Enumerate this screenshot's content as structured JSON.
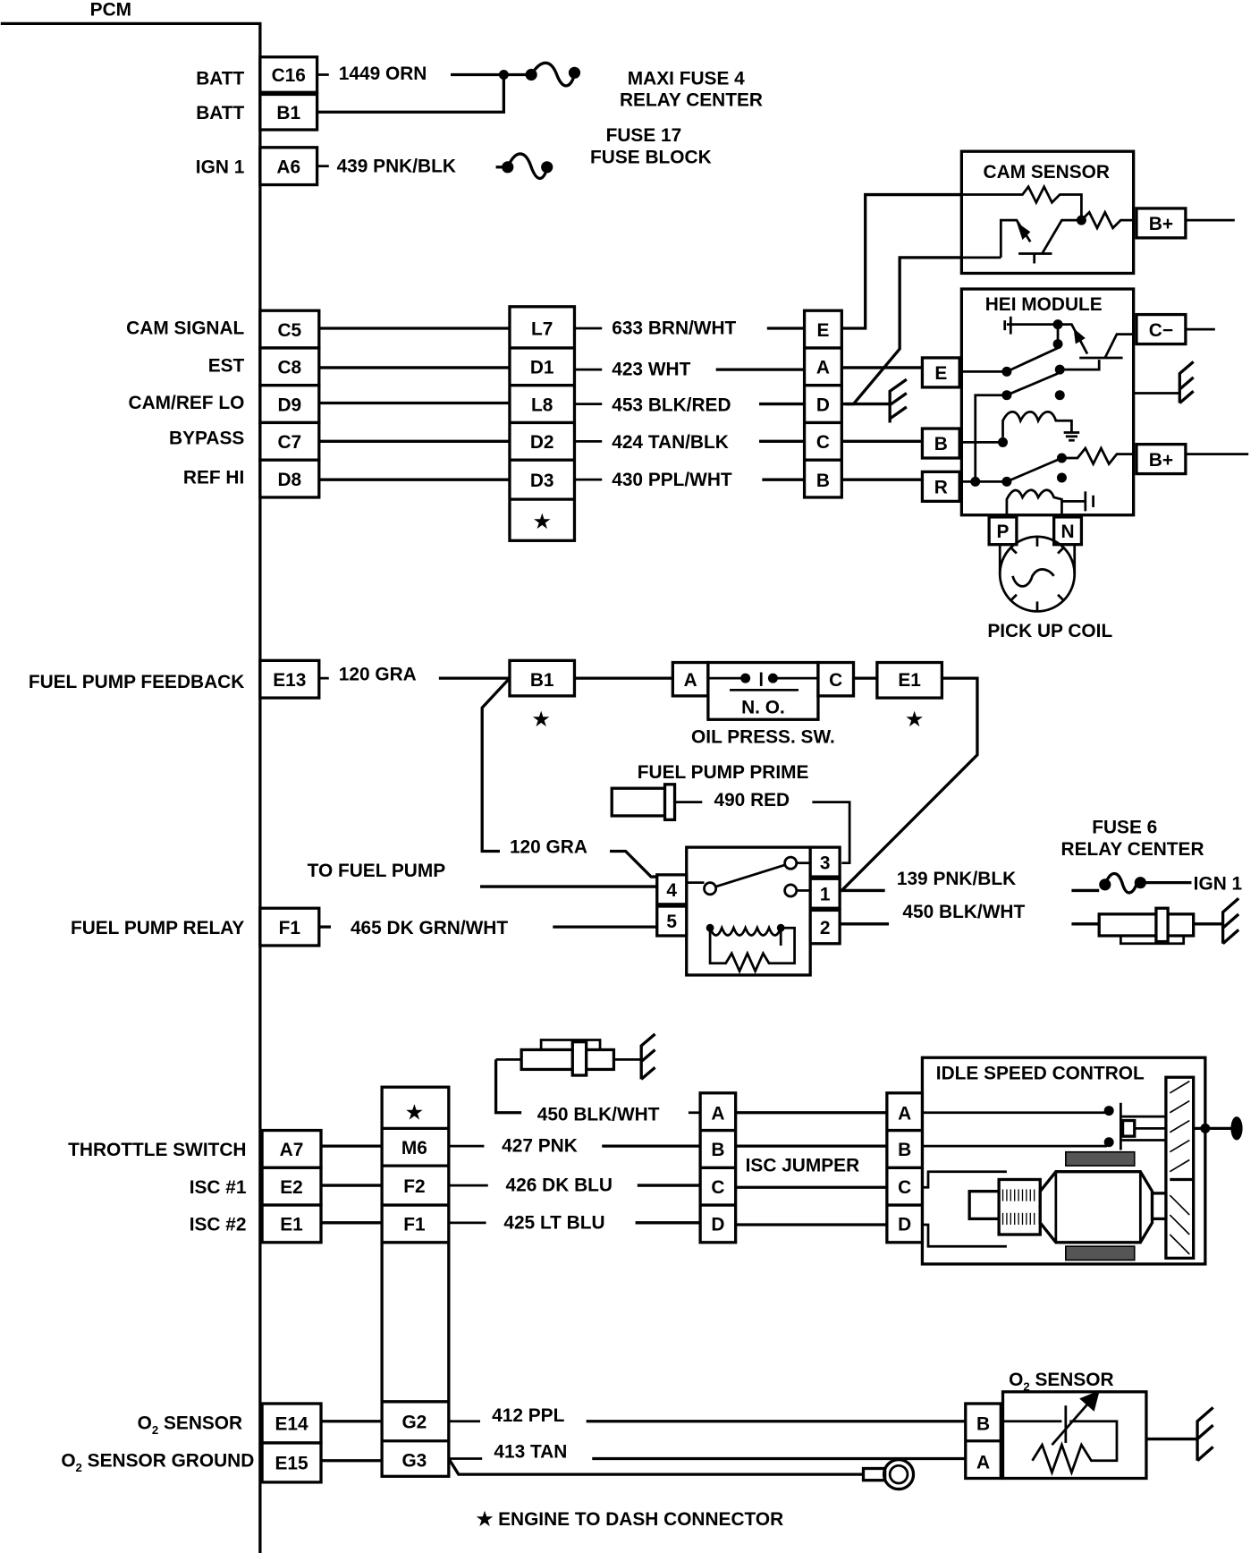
{
  "diagram": {
    "pcm_label": "PCM",
    "footnote": "★ ENGINE TO DASH CONNECTOR",
    "pcm_terminals": [
      {
        "label": "BATT",
        "pin": "C16"
      },
      {
        "label": "BATT",
        "pin": "B1"
      },
      {
        "label": "IGN 1",
        "pin": "A6"
      },
      {
        "label": "CAM SIGNAL",
        "pin": "C5"
      },
      {
        "label": "EST",
        "pin": "C8"
      },
      {
        "label": "CAM/REF LO",
        "pin": "D9"
      },
      {
        "label": "BYPASS",
        "pin": "C7"
      },
      {
        "label": "REF HI",
        "pin": "D8"
      },
      {
        "label": "FUEL PUMP FEEDBACK",
        "pin": "E13"
      },
      {
        "label": "FUEL PUMP RELAY",
        "pin": "F1"
      },
      {
        "label": "THROTTLE SWITCH",
        "pin": "A7"
      },
      {
        "label": "ISC #1",
        "pin": "E2"
      },
      {
        "label": "ISC #2",
        "pin": "E1"
      },
      {
        "label": "O",
        "sub": "2",
        "label_rest": " SENSOR",
        "pin": "E14"
      },
      {
        "label": "O",
        "sub": "2",
        "label_rest": " SENSOR  GROUND",
        "pin": "E15"
      }
    ],
    "power": {
      "wire_batt": "1449 ORN",
      "wire_ign": "439 PNK/BLK",
      "maxi_fuse_line1": "MAXI  FUSE 4",
      "maxi_fuse_line2": "RELAY CENTER",
      "fuse17_line1": "FUSE 17",
      "fuse17_line2": "FUSE BLOCK"
    },
    "ignition_connector": {
      "pins": [
        "L7",
        "D1",
        "L8",
        "D2",
        "D3",
        "★"
      ],
      "wires": [
        "633 BRN/WHT",
        "423 WHT",
        "453 BLK/RED",
        "424 TAN/BLK",
        "430 PPL/WHT"
      ],
      "dist_pins": [
        "E",
        "A",
        "D",
        "C",
        "B"
      ]
    },
    "cam_sensor": {
      "title": "CAM SENSOR",
      "pin": "B+"
    },
    "hei_module": {
      "title": "HEI MODULE",
      "pins_left": [
        "E",
        "B",
        "R"
      ],
      "pins_right": [
        "C−",
        "B+"
      ],
      "pins_bottom": [
        "P",
        "N"
      ],
      "pickup_label": "PICK UP COIL"
    },
    "fuel_pump": {
      "wire_feedback": "120 GRA",
      "conn_b1": "B1",
      "star": "★",
      "oil_switch_pins": [
        "A",
        "C"
      ],
      "oil_switch_no": "N. O.",
      "oil_switch_label": "OIL PRESS. SW.",
      "conn_e1": "E1",
      "prime_label": "FUEL PUMP PRIME",
      "wire_prime": "490 RED",
      "wire_to_pump": "120 GRA",
      "to_fuel_pump": "TO FUEL PUMP",
      "wire_relay": "465 DK GRN/WHT",
      "relay_pins": [
        "3",
        "4",
        "1",
        "5",
        "2"
      ],
      "wire_139": "139 PNK/BLK",
      "wire_450": "450 BLK/WHT",
      "fuse6_line1": "FUSE 6",
      "fuse6_line2": "RELAY CENTER",
      "ign1": "IGN 1"
    },
    "isc": {
      "dash_pins": [
        "★",
        "M6",
        "F2",
        "F1",
        "G2",
        "G3"
      ],
      "wire_450": "450 BLK/WHT",
      "wires": [
        "427 PNK",
        "426 DK BLU",
        "425 LT BLU"
      ],
      "jumper_pins": [
        "A",
        "B",
        "C",
        "D"
      ],
      "jumper_label": "ISC JUMPER",
      "motor_pins": [
        "A",
        "B",
        "C",
        "D"
      ],
      "title": "IDLE SPEED CONTROL"
    },
    "o2": {
      "wires": [
        "412 PPL",
        "413 TAN"
      ],
      "title_main": "O",
      "title_sub": "2",
      "title_rest": " SENSOR",
      "pins": [
        "B",
        "A"
      ]
    }
  }
}
